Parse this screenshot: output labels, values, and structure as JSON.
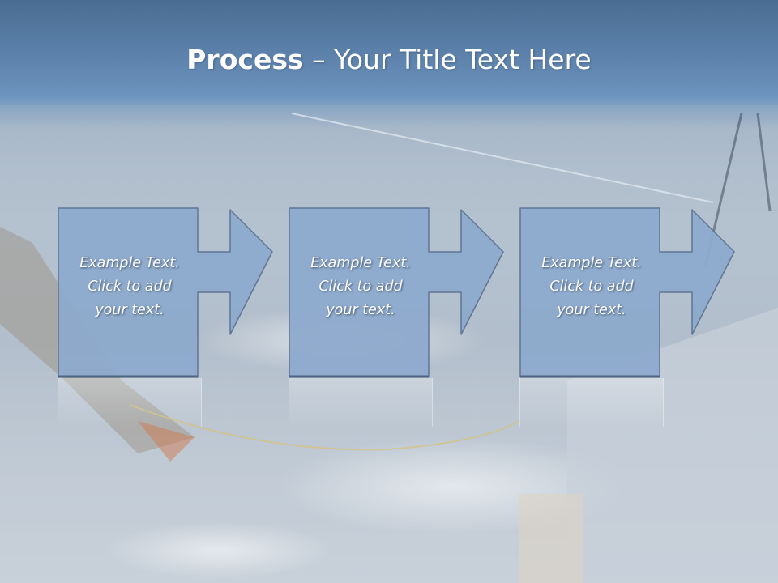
{
  "slide": {
    "title_bold": "Process",
    "title_rest": " – Your Title Text Here"
  },
  "steps": [
    {
      "lines": [
        "Example Text.",
        "Click  to add",
        "your text."
      ]
    },
    {
      "lines": [
        "Example Text.",
        "Click  to add",
        "your text."
      ]
    },
    {
      "lines": [
        "Example Text.",
        "Click  to add",
        "your text."
      ]
    }
  ],
  "colors": {
    "box_fill": "#8eaacd",
    "box_border": "#5b7391",
    "title_color": "#ffffff"
  }
}
